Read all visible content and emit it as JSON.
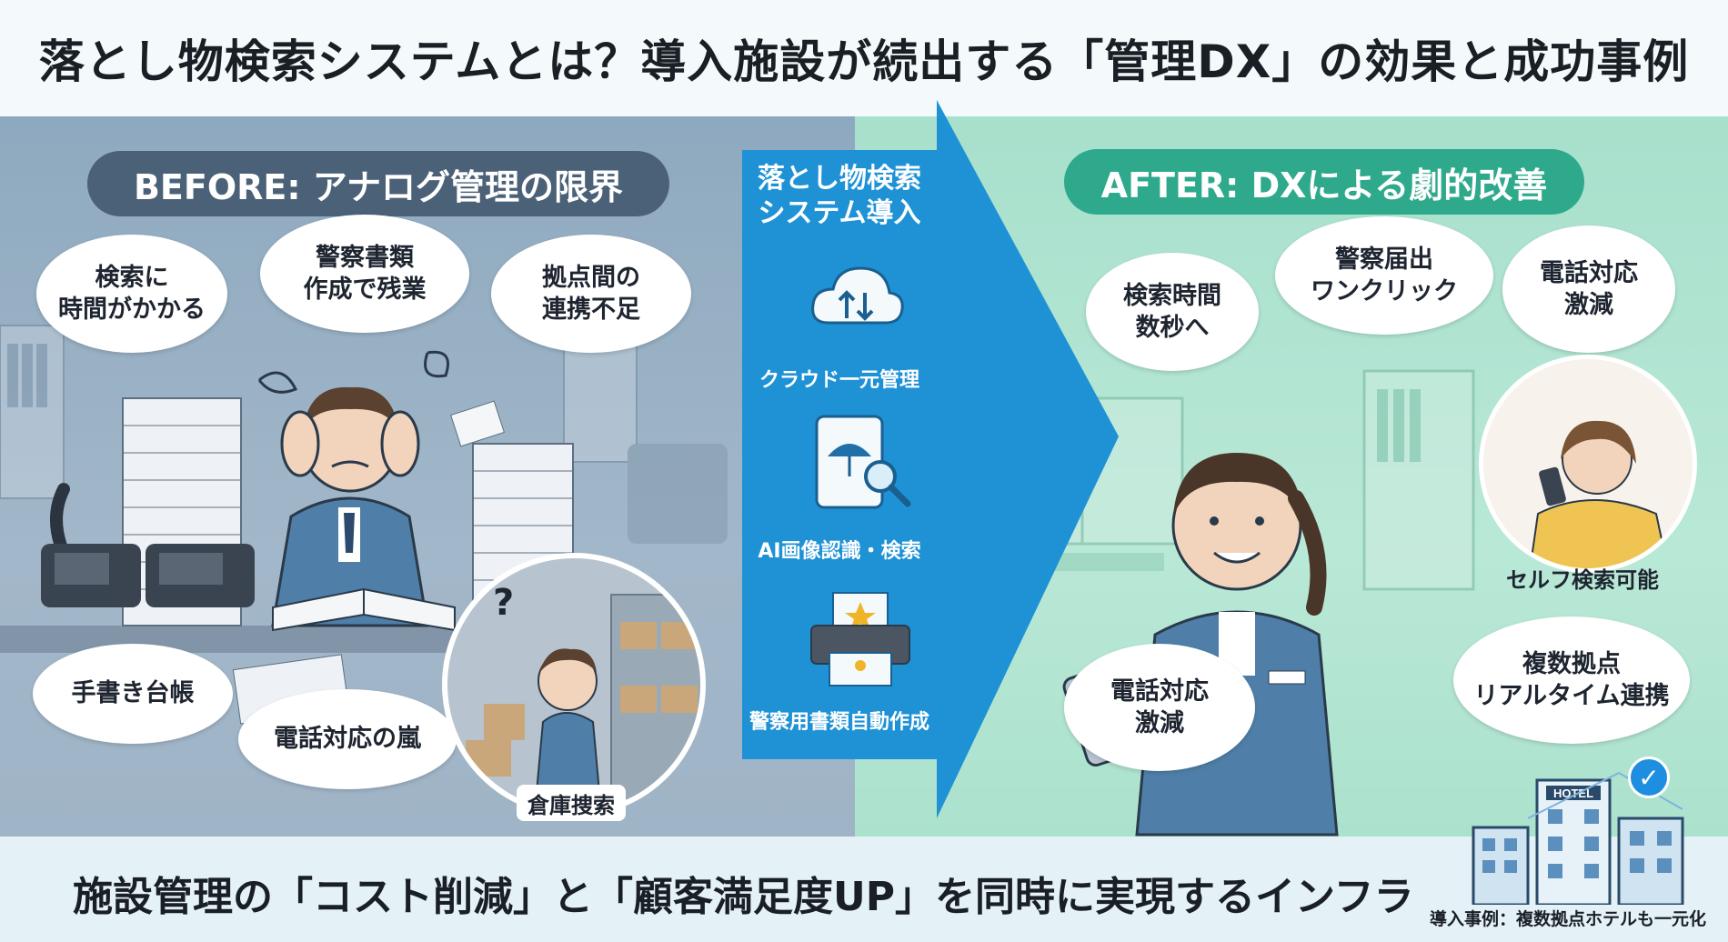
{
  "title": "落とし物検索システムとは？導入施設が続出する「管理DX」の効果と成功事例",
  "before": {
    "heading": "BEFORE: アナログ管理の限界",
    "bubbles": [
      "検索に\n時間がかかる",
      "警察書類\n作成で残業",
      "拠点間の\n連携不足",
      "手書き台帳",
      "電話対応の嵐"
    ],
    "warehouse_label": "倉庫捜索"
  },
  "arrow": {
    "heading": "落とし物検索\nシステム導入",
    "features": [
      {
        "icon": "cloud-sync-icon",
        "label": "クラウド一元管理"
      },
      {
        "icon": "tablet-ai-search-icon",
        "label": "AI画像認識・検索"
      },
      {
        "icon": "printer-police-doc-icon",
        "label": "警察用書類自動作成"
      }
    ]
  },
  "after": {
    "heading": "AFTER: DXによる劇的改善",
    "bubbles": [
      "検索時間\n数秒へ",
      "警察届出\nワンクリック",
      "電話対応\n激減",
      "電話対応\n激減",
      "複数拠点\nリアルタイム連携"
    ],
    "self_search_label": "セルフ検索可能",
    "hotel_sign": "HOTEL"
  },
  "footer": {
    "text": "施設管理の「コスト削減」と「顧客満足度UP」を同時に実現するインフラ",
    "case": "導入事例：複数拠点ホテルも一元化"
  },
  "colors": {
    "before_panel": "#8ea9bf",
    "before_pill": "#4b6178",
    "after_panel": "#a7e0cc",
    "after_pill": "#2fa98c",
    "arrow": "#1f92d6",
    "check_badge": "#1e8fe0"
  }
}
